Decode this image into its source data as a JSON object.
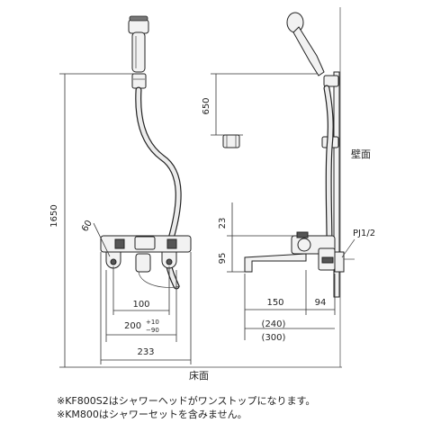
{
  "labels": {
    "floor": "床面",
    "wall": "壁面",
    "pipe_thread": "PJ1/2"
  },
  "dimensions": {
    "total_height": "1650",
    "hook_height": "650",
    "diameter": "60",
    "valve_height": "23",
    "spout_height": "95",
    "inner_width": "100",
    "center_width": "200",
    "tolerance_plus": "+10",
    "tolerance_minus": "−90",
    "overall_width": "233",
    "spout_reach": "150",
    "wall_depth": "94",
    "reach_option_1": "(240)",
    "reach_option_2": "(300)"
  },
  "notes": [
    "※KF800S2はシャワーヘッドがワンストップになります。",
    "※KM800はシャワーセットを含みません。"
  ]
}
